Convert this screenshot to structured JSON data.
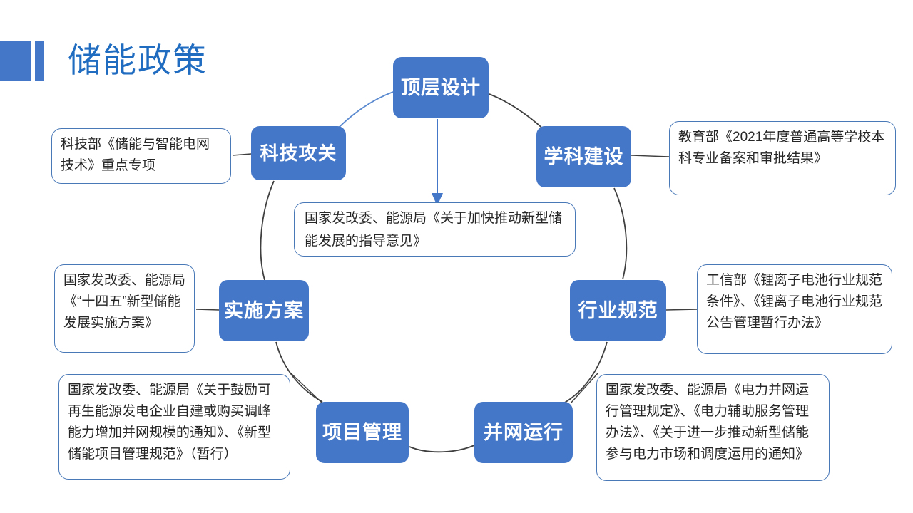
{
  "page": {
    "title": "储能政策",
    "accent_color": "#4477c8",
    "title_color": "#1f6cc0",
    "background": "#ffffff"
  },
  "diagram": {
    "type": "cycle",
    "nodes": [
      {
        "id": "top-design",
        "label": "顶层设计"
      },
      {
        "id": "discipline",
        "label": "学科建设"
      },
      {
        "id": "industry",
        "label": "行业规范"
      },
      {
        "id": "grid",
        "label": "并网运行"
      },
      {
        "id": "project",
        "label": "项目管理"
      },
      {
        "id": "implement",
        "label": "实施方案"
      },
      {
        "id": "research",
        "label": "科技攻关"
      }
    ],
    "center_caption": "国家发改委、能源局《关于加快推动新型储能发展的指导意见》",
    "captions": [
      {
        "id": "research",
        "for": "科技攻关",
        "text": "科技部《储能与智能电网技术》重点专项"
      },
      {
        "id": "discipline",
        "for": "学科建设",
        "text": "教育部《2021年度普通高等学校本科专业备案和审批结果》"
      },
      {
        "id": "implement",
        "for": "实施方案",
        "text": "国家发改委、能源局《“十四五”新型储能发展实施方案》"
      },
      {
        "id": "industry",
        "for": "行业规范",
        "text": "工信部《锂离子电池行业规范条件》、《锂离子电池行业规范公告管理暂行办法》"
      },
      {
        "id": "project",
        "for": "项目管理",
        "text": "国家发改委、能源局《关于鼓励可再生能源发电企业自建或购买调峰能力增加并网规模的通知》、《新型储能项目管理规范》（暂行）"
      },
      {
        "id": "grid",
        "for": "并网运行",
        "text": "国家发改委、能源局《电力并网运行管理规定》、《电力辅助服务管理办法》、《关于进一步推动新型储能参与电力市场和调度运用的通知》"
      }
    ],
    "connector_colors": {
      "ring_dark": "#3f3f3f",
      "ring_blue": "#4477c8",
      "arrow": "#4477c8"
    }
  }
}
